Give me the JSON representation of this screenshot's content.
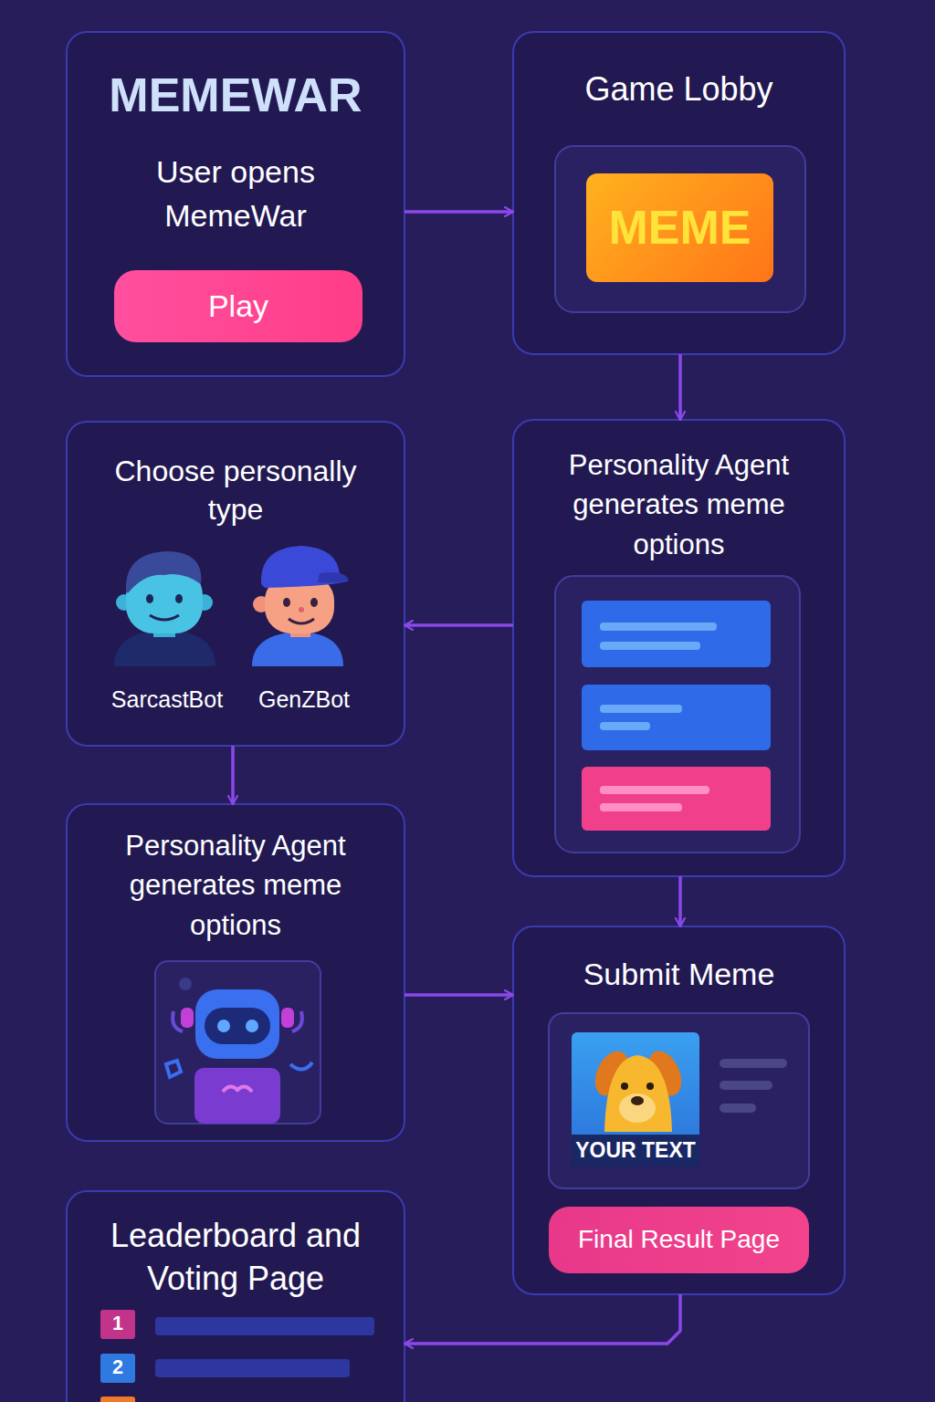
{
  "diagram": {
    "nodes": [
      {
        "text": [
          "MEMEWAR",
          "User opens MemeWar"
        ]
      },
      {
        "text": [
          "Play"
        ],
        "in": 0
      },
      {
        "text": [
          "Game Lobby"
        ]
      },
      {
        "text": [
          "MEME"
        ],
        "in": 2
      },
      {
        "text": [
          "Choose personally type",
          "SarcastBot",
          "GenZBot"
        ]
      },
      {
        "text": [
          "Personality Agent generates meme options"
        ]
      },
      {
        "text": [
          "Personality Agent generates meme options"
        ]
      },
      {
        "text": [
          "Submit Meme"
        ]
      },
      {
        "text": [
          "YOUR TEXT"
        ],
        "in": 7
      },
      {
        "text": [
          "Final Result Page"
        ],
        "in": 7
      },
      {
        "text": [
          "Leaderboard and Voting Page"
        ]
      },
      {
        "text": [
          "1"
        ],
        "in": 10
      },
      {
        "text": [
          "2"
        ],
        "in": 10
      }
    ],
    "edges": [
      {
        "from": 0,
        "to": 2,
        "arrow": "to"
      },
      {
        "from": 2,
        "to": 5,
        "arrow": "to"
      },
      {
        "from": 5,
        "to": 4,
        "arrow": "to"
      },
      {
        "from": 4,
        "to": 6,
        "arrow": "to"
      },
      {
        "from": 5,
        "to": 7,
        "arrow": "to"
      },
      {
        "from": 6,
        "to": 7,
        "arrow": "to"
      },
      {
        "from": 7,
        "to": 10,
        "arrow": "to"
      }
    ]
  }
}
